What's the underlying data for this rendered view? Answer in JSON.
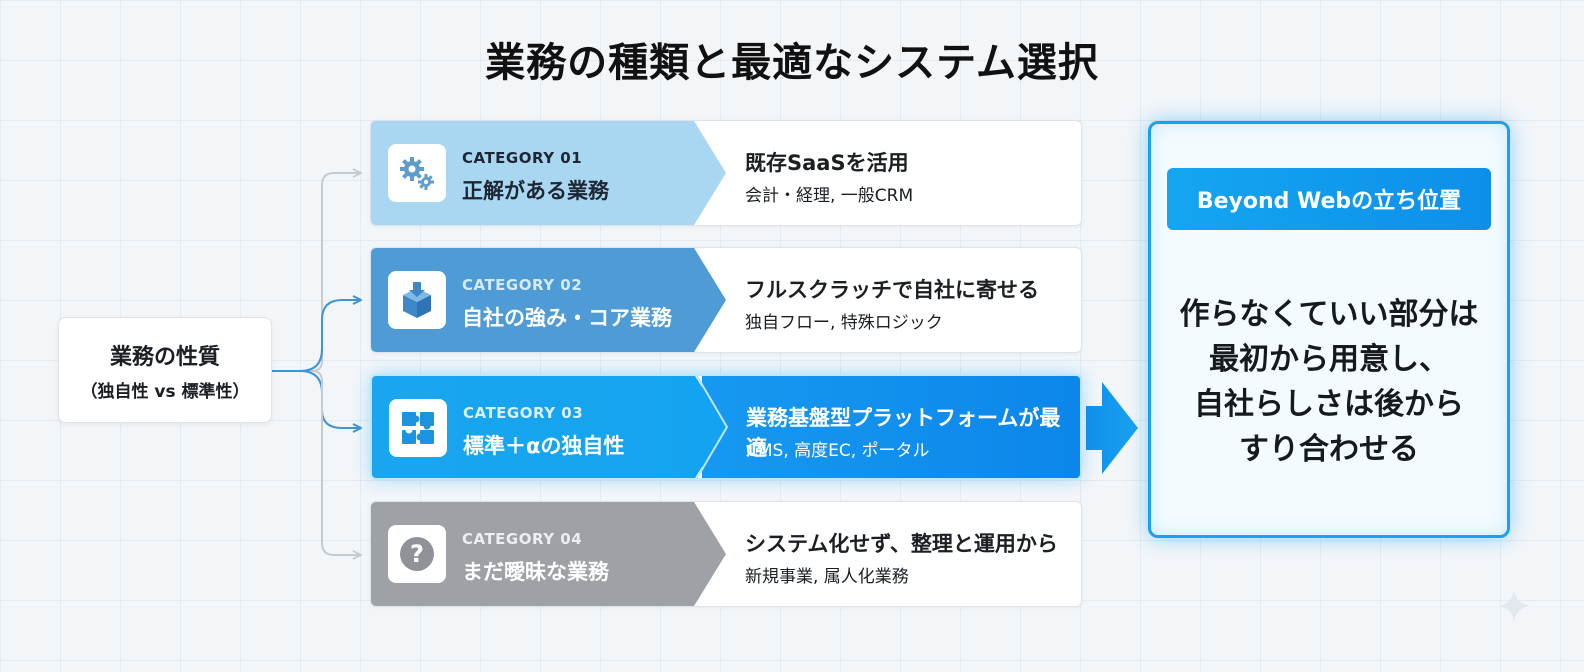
{
  "title": "業務の種類と最適なシステム選択",
  "nature": {
    "title": "業務の性質",
    "subtitle": "（独自性 vs 標準性）"
  },
  "categories": [
    {
      "label": "CATEGORY 01",
      "name": "正解がある業務",
      "icon": "gears-icon",
      "solution": "既存SaaSを活用",
      "examples": "会計・経理, 一般CRM",
      "color": "#a9d6f1"
    },
    {
      "label": "CATEGORY 02",
      "name": "自社の強み・コア業務",
      "icon": "box-icon",
      "solution": "フルスクラッチで自社に寄せる",
      "examples": "独自フロー, 特殊ロジック",
      "color": "#4f9bd6"
    },
    {
      "label": "CATEGORY 03",
      "name": "標準＋αの独自性",
      "icon": "puzzle-icon",
      "solution": "業務基盤型プラットフォームが最適",
      "examples": "CMS, 高度EC, ポータル",
      "color": "#14a3f0"
    },
    {
      "label": "CATEGORY 04",
      "name": "まだ曖昧な業務",
      "icon": "question-icon",
      "solution": "システム化せず、整理と運用から",
      "examples": "新規事業, 属人化業務",
      "color": "#9ea2a7"
    }
  ],
  "panel": {
    "badge": "Beyond Webの立ち位置",
    "message_lines": [
      "作らなくていい部分は",
      "最初から用意し、",
      "自社らしさは後から",
      "すり合わせる"
    ],
    "accent": "#18a0f2"
  }
}
